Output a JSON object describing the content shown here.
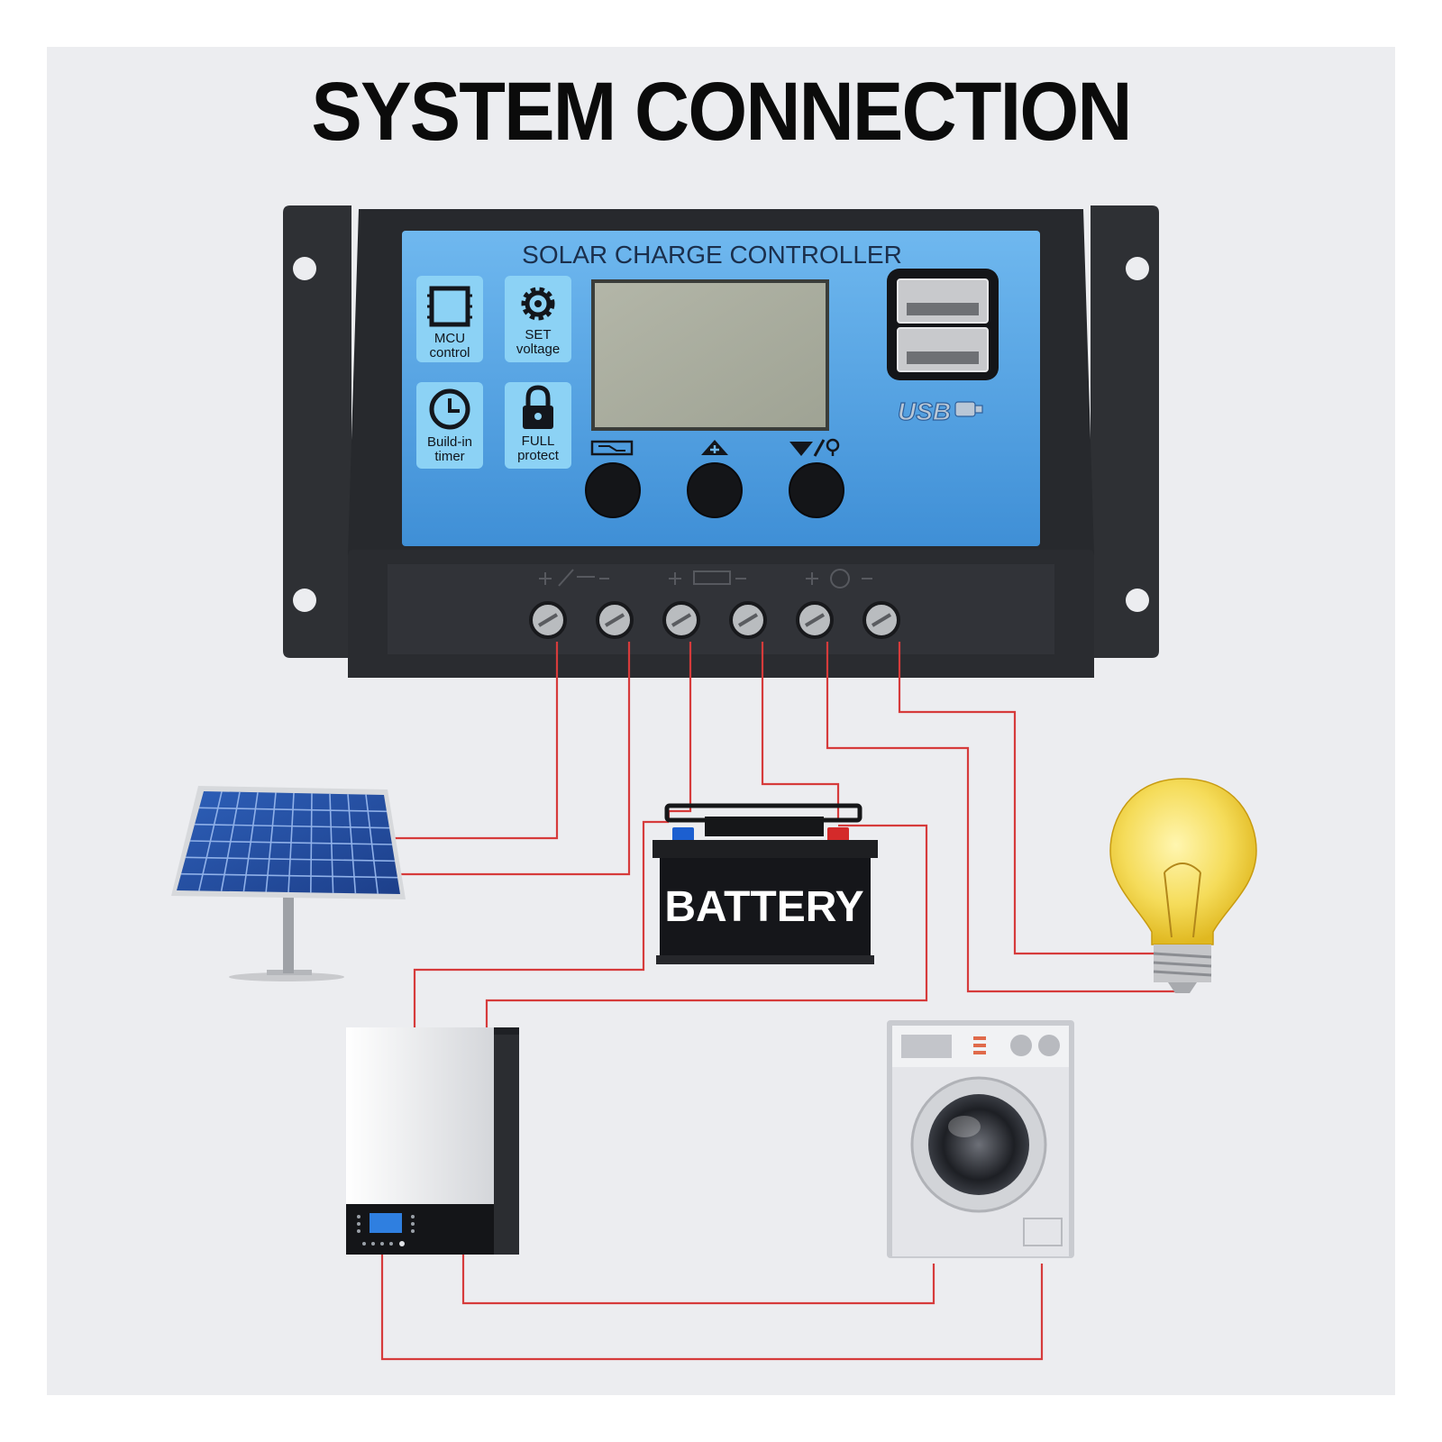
{
  "title": "SYSTEM CONNECTION",
  "controller": {
    "label": "SOLAR CHARGE CONTROLLER",
    "features": [
      {
        "icon": "chip-icon",
        "line1": "MCU",
        "line2": "control"
      },
      {
        "icon": "gear-icon",
        "line1": "SET",
        "line2": "voltage"
      },
      {
        "icon": "clock-icon",
        "line1": "Build-in",
        "line2": "timer"
      },
      {
        "icon": "lock-icon",
        "line1": "FULL",
        "line2": "protect"
      }
    ],
    "usb_label": "USB",
    "buttons": [
      "menu-button",
      "up-button",
      "down-light-button"
    ]
  },
  "battery_label": "BATTERY",
  "colors": {
    "wire": "#d63b3b",
    "panel_blue": "#5aa9e6",
    "housing": "#2b2d31",
    "frame_bg": "#ecedf0"
  }
}
